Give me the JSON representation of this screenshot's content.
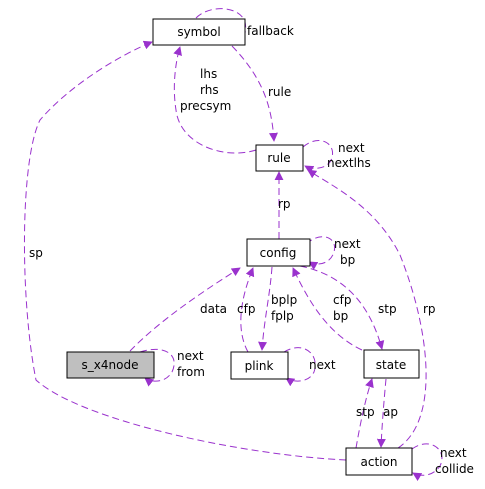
{
  "colors": {
    "edge": "#9a32cd",
    "node_border": "#000000",
    "node_fill": "#ffffff",
    "highlight_fill": "#bfbfbf",
    "text": "#000000"
  },
  "nodes": {
    "symbol": "symbol",
    "rule": "rule",
    "config": "config",
    "s_x4node": "s_x4node",
    "plink": "plink",
    "state": "state",
    "action": "action"
  },
  "edges": {
    "symbol_fallback": "fallback",
    "symbol_rule": "rule",
    "rule_symbol": [
      "lhs",
      "rhs",
      "precsym"
    ],
    "rule_self": [
      "next",
      "nextlhs"
    ],
    "config_rule": "rp",
    "config_self": [
      "next",
      "bp"
    ],
    "s_x4node_config": "data",
    "s_x4node_self": [
      "next",
      "from"
    ],
    "plink_config": "cfp",
    "config_plink": [
      "bplp",
      "fplp"
    ],
    "plink_self": "next",
    "state_config": [
      "cfp",
      "bp"
    ],
    "config_state": "stp",
    "action_rule": "rp",
    "action_symbol": "sp",
    "action_state": "stp",
    "state_action": "ap",
    "action_self": [
      "next",
      "collide"
    ]
  }
}
